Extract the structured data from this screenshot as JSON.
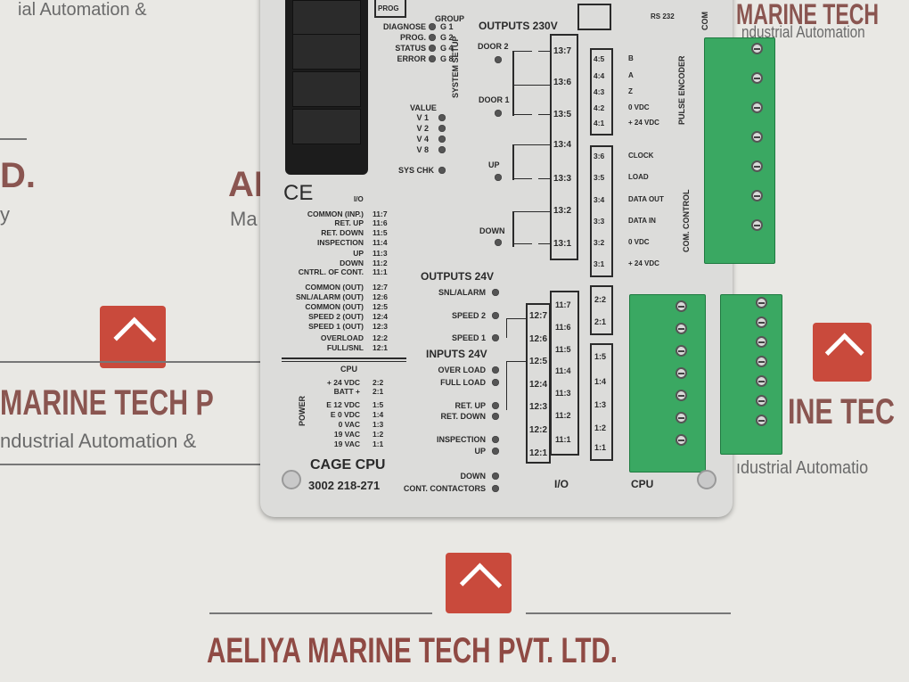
{
  "watermark": {
    "company": "AELIYA MARINE TECH PVT. LTD.",
    "left_mid": "MARINE TECH P",
    "left_sub": "ndustrial Automation &",
    "right_mid": "INE TEC",
    "right_sub": "ıdustrial Automatio",
    "top_right": "MARINE TECH",
    "top_right_sub": "ndustrial Automation",
    "top_left_sub": "ial Automation &",
    "left_frag": "D.",
    "left_frag2": "y",
    "mid_frag": "AE",
    "mid_frag2": "Ma",
    "brand_color": "#c94a3c"
  },
  "panel": {
    "prog": "PROG",
    "ce": "CE",
    "io_label": "I/O",
    "group": "GROUP",
    "group_items": [
      {
        "label": "DIAGNOSE",
        "code": "G 1"
      },
      {
        "label": "PROG.",
        "code": "G 2"
      },
      {
        "label": "STATUS",
        "code": "G 4"
      },
      {
        "label": "ERROR",
        "code": "G 8"
      }
    ],
    "system_setup": "SYSTEM SETUP",
    "value": "VALUE",
    "values": [
      "V 1",
      "V 2",
      "V 4",
      "V 8"
    ],
    "sys_chk": "SYS CHK",
    "outputs_230": "OUTPUTS 230V",
    "outputs_230_items": [
      "DOOR 2",
      "DOOR 1",
      "UP",
      "DOWN"
    ],
    "t13": [
      "13:7",
      "13:6",
      "13:5",
      "13:4",
      "13:3",
      "13:2",
      "13:1"
    ],
    "rs232": "RS 232",
    "com": "COM",
    "pulse_encoder": "PULSE ENCODER",
    "t4": [
      {
        "pin": "4:5",
        "name": "B"
      },
      {
        "pin": "4:4",
        "name": "A"
      },
      {
        "pin": "4:3",
        "name": "Z"
      },
      {
        "pin": "4:2",
        "name": "0 VDC"
      },
      {
        "pin": "4:1",
        "name": "+ 24 VDC"
      }
    ],
    "com_control": "COM. CONTROL",
    "t3": [
      {
        "pin": "3:6",
        "name": "CLOCK"
      },
      {
        "pin": "3:5",
        "name": "LOAD"
      },
      {
        "pin": "3:4",
        "name": "DATA OUT"
      },
      {
        "pin": "3:3",
        "name": "DATA IN"
      },
      {
        "pin": "3:2",
        "name": "0 VDC"
      },
      {
        "pin": "3:1",
        "name": "+ 24 VDC"
      }
    ],
    "io_inputs": [
      {
        "label": "COMMON (INP.)",
        "pin": "11:7"
      },
      {
        "label": "RET. UP",
        "pin": "11:6"
      },
      {
        "label": "RET. DOWN",
        "pin": "11:5"
      },
      {
        "label": "INSPECTION",
        "pin": "11:4"
      },
      {
        "label": "UP",
        "pin": "11:3"
      },
      {
        "label": "DOWN",
        "pin": "11:2"
      },
      {
        "label": "CNTRL. OF CONT.",
        "pin": "11:1"
      }
    ],
    "io_outputs": [
      {
        "label": "COMMON (OUT)",
        "pin": "12:7"
      },
      {
        "label": "SNL/ALARM (OUT)",
        "pin": "12:6"
      },
      {
        "label": "COMMON (OUT)",
        "pin": "12:5"
      },
      {
        "label": "SPEED 2 (OUT)",
        "pin": "12:4"
      },
      {
        "label": "SPEED 1 (OUT)",
        "pin": "12:3"
      },
      {
        "label": "OVERLOAD",
        "pin": "12:2"
      },
      {
        "label": "FULL/SNL",
        "pin": "12:1"
      }
    ],
    "cpu_header": "CPU",
    "power": "POWER",
    "cpu_items": [
      {
        "label": "+ 24 VDC",
        "pin": "2:2"
      },
      {
        "label": "BATT +",
        "pin": "2:1"
      },
      {
        "label": "E 12 VDC",
        "pin": "1:5"
      },
      {
        "label": "E 0 VDC",
        "pin": "1:4"
      },
      {
        "label": "0 VAC",
        "pin": "1:3"
      },
      {
        "label": "19 VAC",
        "pin": "1:2"
      },
      {
        "label": "19 VAC",
        "pin": "1:1"
      }
    ],
    "outputs_24": "OUTPUTS 24V",
    "outputs_24_items": [
      "SNL/ALARM",
      "SPEED 2",
      "SPEED 1"
    ],
    "inputs_24": "INPUTS 24V",
    "inputs_24_items": [
      "OVER LOAD",
      "FULL LOAD",
      "RET. UP",
      "RET. DOWN",
      "INSPECTION",
      "UP",
      "DOWN",
      "CONT. CONTACTORS"
    ],
    "t12": [
      "12:7",
      "12:6",
      "12:5",
      "12:4",
      "12:3",
      "12:2",
      "12:1"
    ],
    "t11": [
      "11:7",
      "11:6",
      "11:5",
      "11:4",
      "11:3",
      "11:2",
      "11:1"
    ],
    "t2": [
      "2:2",
      "2:1"
    ],
    "t1": [
      "1:5",
      "1:4",
      "1:3",
      "1:2",
      "1:1"
    ],
    "title": "CAGE CPU",
    "part_number": "3002 218-271",
    "io_bottom": "I/O",
    "cpu_bottom": "CPU",
    "terminal_color": "#3aa862",
    "panel_color": "#dcdcda"
  }
}
